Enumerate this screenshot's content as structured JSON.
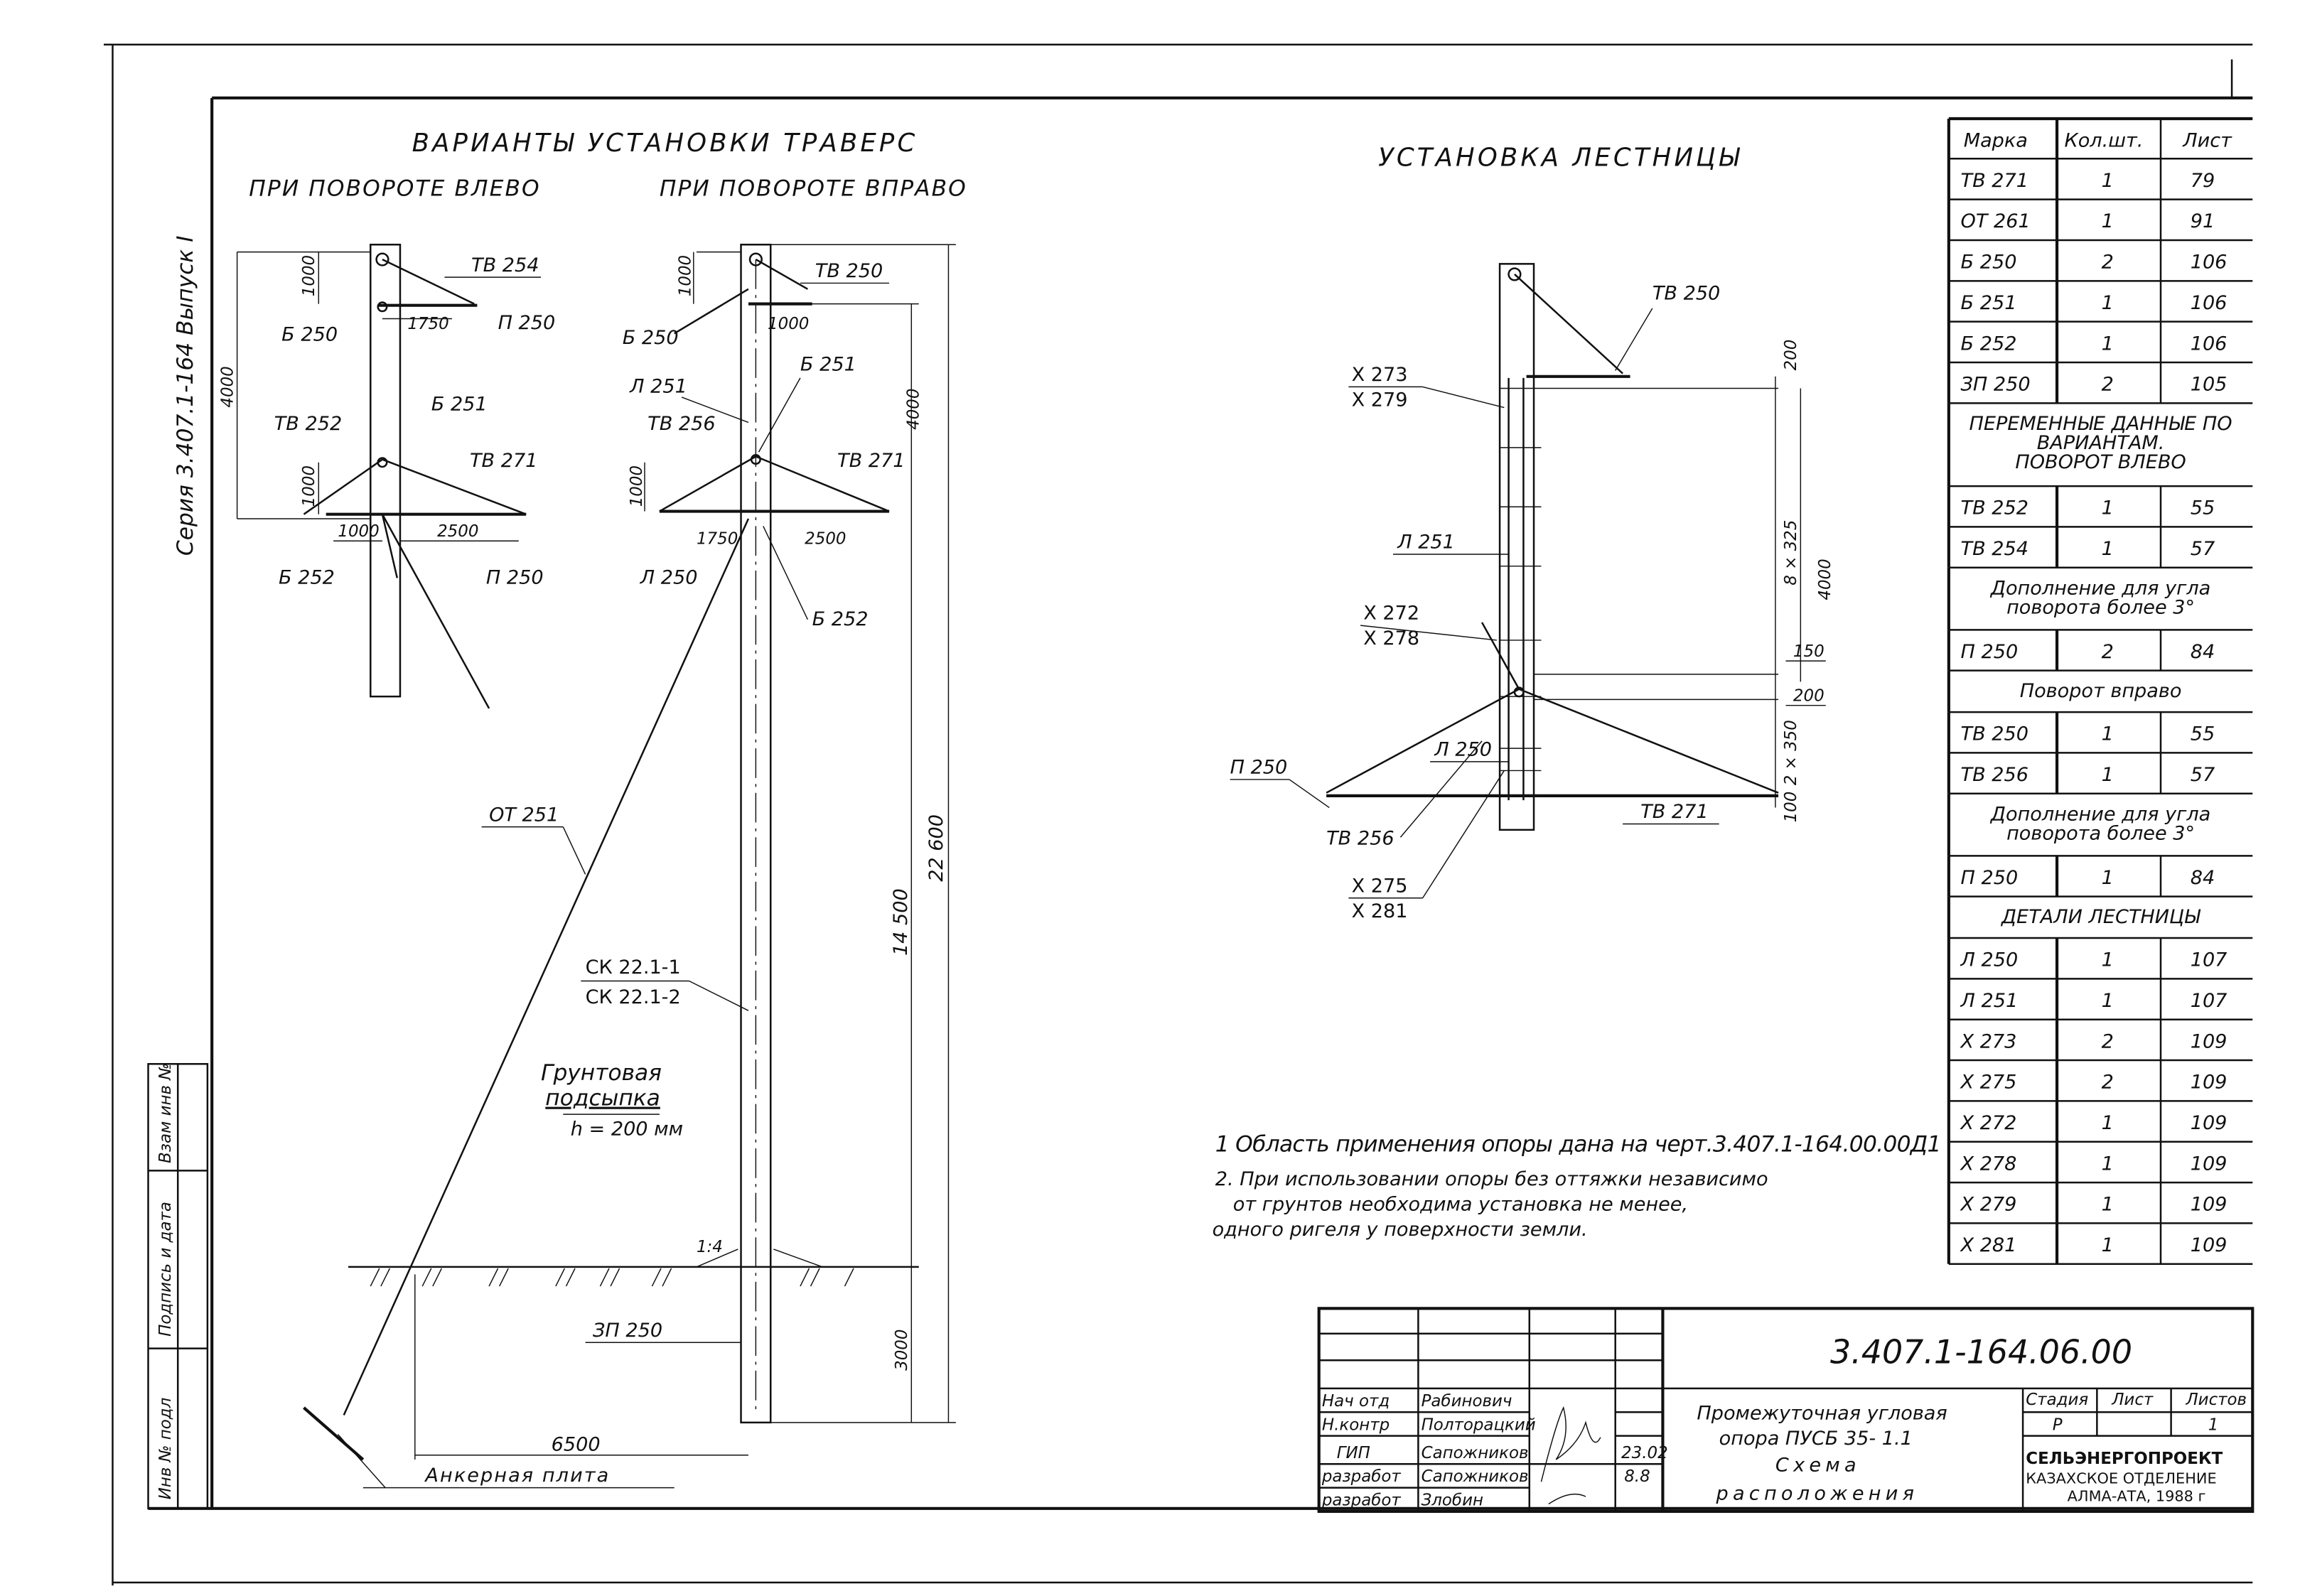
{
  "series_stamp": "Серия 3.407.1-164 Выпуск I",
  "traverse": {
    "title": "ВАРИАНТЫ УСТАНОВКИ ТРАВЕРС",
    "left_title": "ПРИ ПОВОРОТЕ ВЛЕВО",
    "right_title": "ПРИ ПОВОРОТЕ ВПРАВО",
    "left_labels": {
      "tv254": "ТВ 254",
      "d1750": "1750",
      "p250": "П 250",
      "b250": "Б 250",
      "d1000a": "1000",
      "d4000": "4000",
      "tv252": "ТВ 252",
      "b251": "Б 251",
      "tv271": "ТВ 271",
      "d1000b": "1000",
      "d1000c": "1000",
      "d2500": "2500",
      "b252": "Б 252",
      "p250b": "П 250"
    },
    "right_labels": {
      "tv250": "ТВ 250",
      "d1000a": "1000",
      "b250": "Б 250",
      "d1000v": "1000",
      "d4000": "4000",
      "l251": "Л 251",
      "b251": "Б 251",
      "tv256": "ТВ 256",
      "tv271": "ТВ 271",
      "d1000b": "1000",
      "d1750": "1750",
      "d2500": "2500",
      "l250": "Л 250",
      "b252": "Б 252"
    }
  },
  "main": {
    "ot251": "ОТ 251",
    "ck1": "СК 22.1-1",
    "ck2": "СК 22.1-2",
    "fill1": "Грунтовая",
    "fill2": "подсыпка",
    "fill_h": "h = 200 мм",
    "slope": "1:4",
    "zp250": "ЗП 250",
    "d14500": "14 500",
    "d22600": "22 600",
    "d3000": "3000",
    "d6500": "6500",
    "anchor": "Анкерная плита"
  },
  "ladder": {
    "title": "УСТАНОВКА ЛЕСТНИЦЫ",
    "tv250": "ТВ 250",
    "x273": "Х 273",
    "x279": "Х 279",
    "l251": "Л 251",
    "x272": "Х 272",
    "x278": "Х 278",
    "l250": "Л 250",
    "p250": "П 250",
    "tv256": "ТВ 256",
    "x275": "Х 275",
    "x281": "Х 281",
    "tv271": "ТВ 271",
    "d200a": "200",
    "d8x325": "8 × 325",
    "d4000": "4000",
    "d150": "150",
    "d200b": "200",
    "d2x350": "2 × 350",
    "d100": "100"
  },
  "notes": [
    "1  Область применения опоры дана на черт.3.407.1-164.00.00Д1",
    "2. При использовании опоры без оттяжки независимо",
    "от грунтов необходима установка не менее,",
    "одного ригеля у поверхности земли."
  ],
  "spec_table": {
    "headers": [
      "Марка",
      "Кол.шт.",
      "Лист"
    ],
    "rows": [
      {
        "type": "row",
        "cells": [
          "ТВ 271",
          "1",
          "79"
        ]
      },
      {
        "type": "row",
        "cells": [
          "ОТ 261",
          "1",
          "91"
        ]
      },
      {
        "type": "row",
        "cells": [
          "Б 250",
          "2",
          "106"
        ]
      },
      {
        "type": "row",
        "cells": [
          "Б 251",
          "1",
          "106"
        ]
      },
      {
        "type": "row",
        "cells": [
          "Б 252",
          "1",
          "106"
        ]
      },
      {
        "type": "row",
        "cells": [
          "ЗП 250",
          "2",
          "105"
        ]
      },
      {
        "type": "section",
        "lines": [
          "ПЕРЕМЕННЫЕ ДАННЫЕ ПО",
          "ВАРИАНТАМ.",
          "ПОВОРОТ ВЛЕВО"
        ]
      },
      {
        "type": "row",
        "cells": [
          "ТВ 252",
          "1",
          "55"
        ]
      },
      {
        "type": "row",
        "cells": [
          "ТВ 254",
          "1",
          "57"
        ]
      },
      {
        "type": "section",
        "lines": [
          "Дополнение для угла",
          "поворота более 3°"
        ]
      },
      {
        "type": "row",
        "cells": [
          "П 250",
          "2",
          "84"
        ]
      },
      {
        "type": "section",
        "lines": [
          "Поворот вправо"
        ]
      },
      {
        "type": "row",
        "cells": [
          "ТВ 250",
          "1",
          "55"
        ]
      },
      {
        "type": "row",
        "cells": [
          "ТВ 256",
          "1",
          "57"
        ]
      },
      {
        "type": "section",
        "lines": [
          "Дополнение для угла",
          "поворота более 3°"
        ]
      },
      {
        "type": "row",
        "cells": [
          "П 250",
          "1",
          "84"
        ]
      },
      {
        "type": "section",
        "lines": [
          "ДЕТАЛИ ЛЕСТНИЦЫ"
        ]
      },
      {
        "type": "row",
        "cells": [
          "Л 250",
          "1",
          "107"
        ]
      },
      {
        "type": "row",
        "cells": [
          "Л 251",
          "1",
          "107"
        ]
      },
      {
        "type": "row",
        "cells": [
          "Х 273",
          "2",
          "109"
        ]
      },
      {
        "type": "row",
        "cells": [
          "Х 275",
          "2",
          "109"
        ]
      },
      {
        "type": "row",
        "cells": [
          "Х 272",
          "1",
          "109"
        ]
      },
      {
        "type": "row",
        "cells": [
          "Х 278",
          "1",
          "109"
        ]
      },
      {
        "type": "row",
        "cells": [
          "Х 279",
          "1",
          "109"
        ]
      },
      {
        "type": "row",
        "cells": [
          "Х 281",
          "1",
          "109"
        ]
      }
    ]
  },
  "title_block": {
    "code": "3.407.1-164.06.00",
    "roles": [
      "Нач отд",
      "Н.контр",
      "ГИП",
      "разработ",
      "разработ"
    ],
    "names": [
      "Рабинович",
      "Полторацкий",
      "Сапожников",
      "Сапожников",
      "Злобин"
    ],
    "dates": [
      "23.02",
      "8.8"
    ],
    "title_lines": [
      "Промежуточная угловая",
      "опора ПУСБ 35- 1.1",
      "Схема",
      "расположения"
    ],
    "stage_label": "Стадия",
    "sheet_label": "Лист",
    "sheets_label": "Листов",
    "stage": "Р",
    "sheet": "1",
    "org1": "СЕЛЬЭНЕРГОПРОЕКТ",
    "org2": "КАЗАХСКОЕ ОТДЕЛЕНИЕ",
    "org3": "АЛМА-АТА, 1988 г"
  },
  "side_columns": [
    "Инв № подл",
    "Подпись и дата",
    "Взам инв №"
  ]
}
